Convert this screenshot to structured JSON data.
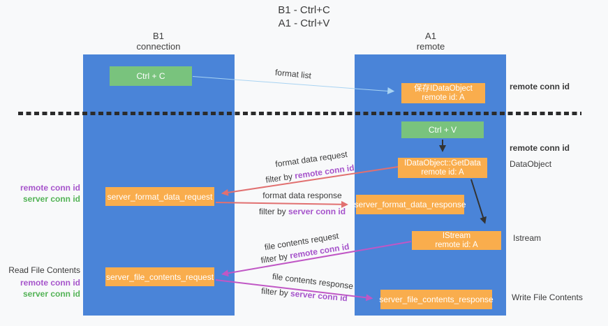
{
  "title": {
    "line1": "B1 - Ctrl+C",
    "line2": "A1 - Ctrl+V"
  },
  "lanes": {
    "left": {
      "name": "B1",
      "role": "connection"
    },
    "right": {
      "name": "A1",
      "role": "remote"
    }
  },
  "boxes": {
    "ctrl_c": "Ctrl + C",
    "ctrl_v": "Ctrl + V",
    "save_dataobject": {
      "line1": "保存IDataObject",
      "line2": "remote id: A"
    },
    "getdata": {
      "line1": "IDataObject::GetData",
      "line2": "remote id: A"
    },
    "istream": {
      "line1": "IStream",
      "line2": "remote id: A"
    },
    "format_request": "server_format_data_request",
    "format_response": "server_format_data_response",
    "file_request": "server_file_contents_request",
    "file_response": "server_file_contents_response"
  },
  "arrow_labels": {
    "format_list": "format list",
    "format_data_request": "format data request",
    "format_data_response": "format data response",
    "file_contents_request": "file contents request",
    "file_contents_response": "file contents response",
    "filter_by": "filter by",
    "remote_conn_id": "remote conn id",
    "server_conn_id": "server conn id"
  },
  "side_labels": {
    "remote_conn_id": "remote conn id",
    "server_conn_id": "server conn id",
    "read_file_contents": "Read File Contents",
    "write_file_contents": "Write File Contents",
    "dataobject": "DataObject",
    "istream": "Istream"
  },
  "colors": {
    "lane_blue": "#4a84d8",
    "box_green": "#79c37d",
    "box_orange": "#f9ad4d",
    "arrow_lightblue": "#a8d3f2",
    "arrow_salmon": "#e17070",
    "arrow_magenta": "#c057c5",
    "arrow_black": "#333333",
    "text_purple": "#a654cb",
    "text_green": "#53b356"
  }
}
